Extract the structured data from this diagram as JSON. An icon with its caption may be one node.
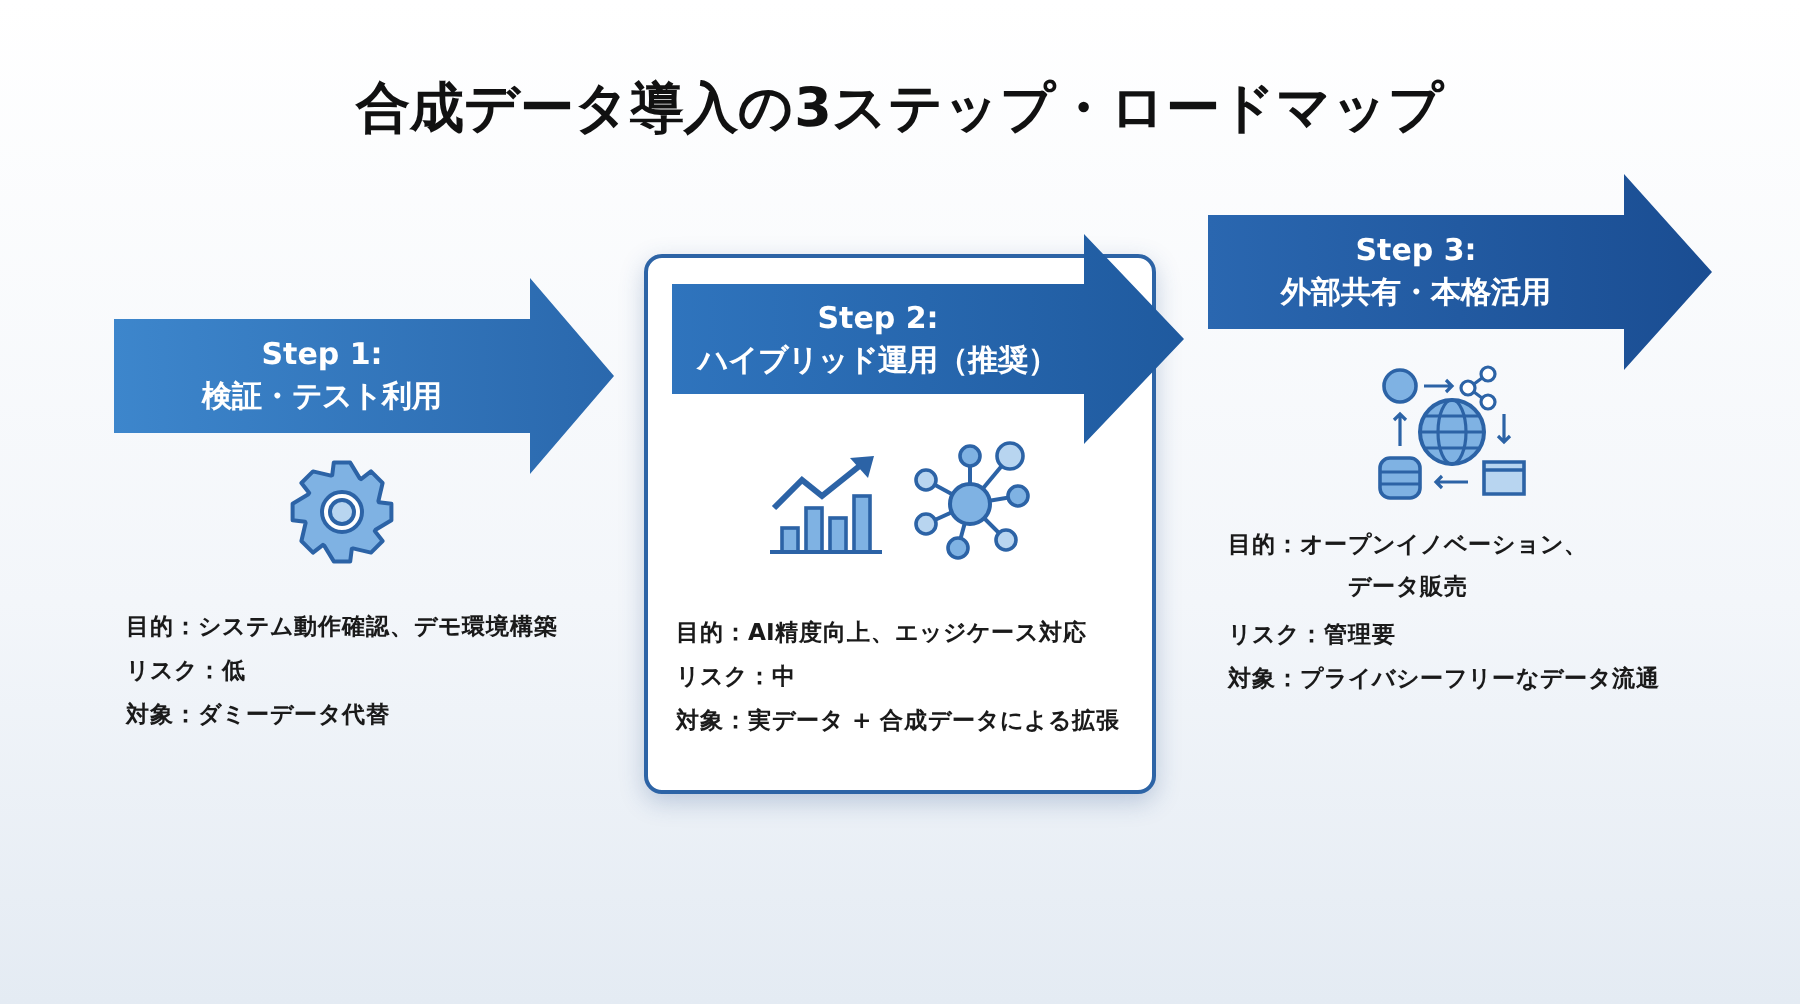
{
  "diagram": {
    "title": "合成データ導入の3ステップ・ロードマップ",
    "nodes": [
      {
        "text": [
          "Step 1:",
          "検証・テスト利用"
        ]
      },
      {
        "text": [
          "目的：AI精度向上、エッジケース対応",
          "リスク：中",
          "対象：実データ + 合成データによる拡張"
        ]
      },
      {
        "text": [
          "Step 2:",
          "ハイブリッド運用（推奨）"
        ]
      },
      {
        "text": [
          "Step 3:",
          "外部共有・本格活用"
        ]
      }
    ],
    "labels": [
      "目的：システム動作確認、デモ環境構築",
      "リスク：低",
      "対象：ダミーデータ代替",
      "目的：オープンイノベーション、データ販売",
      "リスク：管理要",
      "対象：プライバシーフリーなデータ流通"
    ]
  }
}
